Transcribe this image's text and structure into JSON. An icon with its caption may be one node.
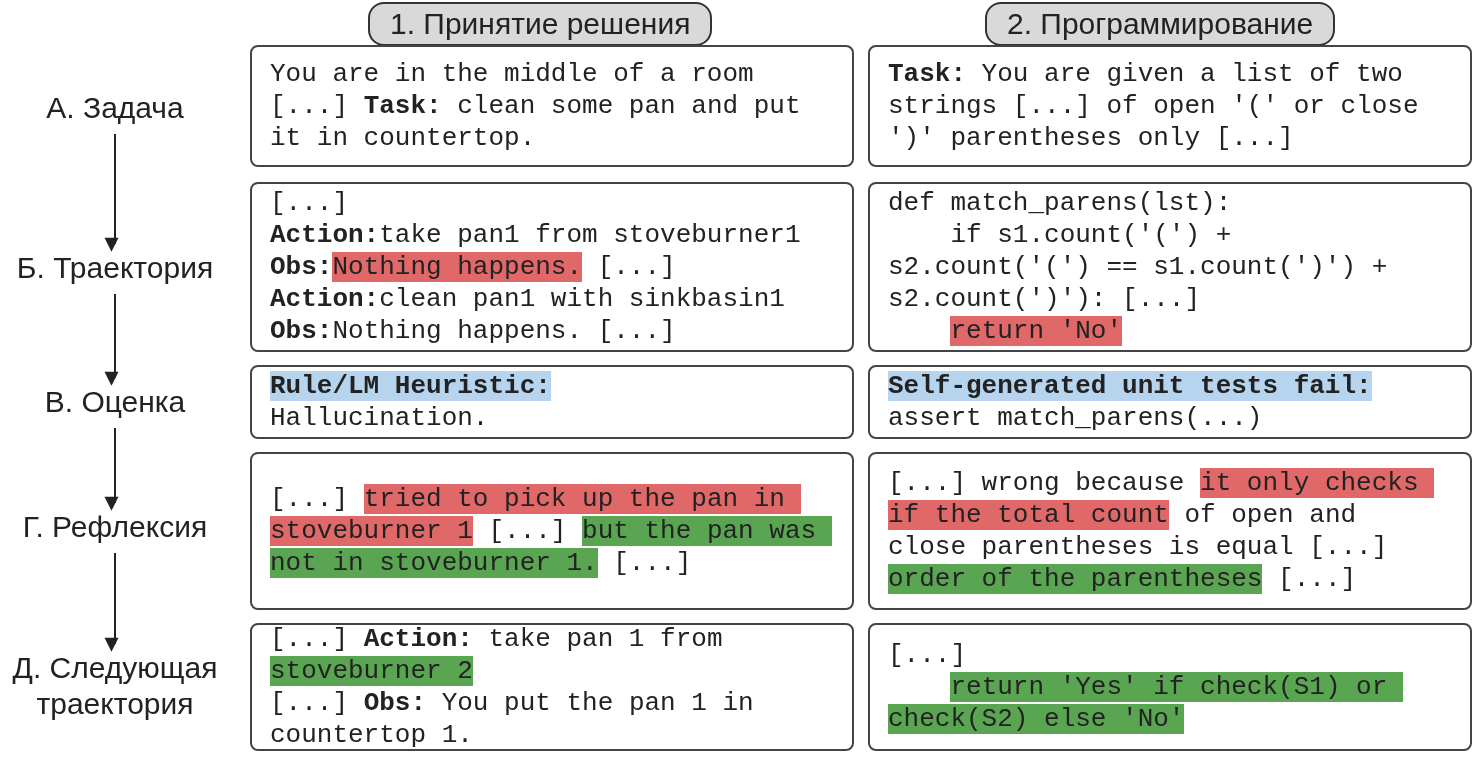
{
  "diagram": {
    "nodes": [
      {
        "text": [
          "1. Принятие решения"
        ]
      },
      {
        "text": [
          "2. Программирование"
        ]
      },
      {
        "text": [
          "А. Задача"
        ]
      },
      {
        "text": [
          "You are in the middle of a room [...] **Task:** clean some pan and put it in countertop."
        ]
      },
      {
        "text": [
          "**Task:** You are given a list of two strings [...] of open '(' or close ')' parentheses only [...]"
        ]
      },
      {
        "text": [
          "Б. Траектория"
        ]
      },
      {
        "text": [
          "[...]",
          "**Action:**take pan1 from stoveburner1",
          "**Obs:**Nothing happens. [...]",
          "**Action:**clean pan1 with sinkbasin1",
          "**Obs:**Nothing happens. [...]"
        ]
      },
      {
        "text": [
          "def match_parens(lst):",
          "    if s1.count('(') + s2.count('(') == s1.count(')') + s2.count(')'): [...]",
          "    return 'No'"
        ]
      },
      {
        "text": [
          "В. Оценка"
        ]
      },
      {
        "text": [
          "**Rule/LM Heuristic:**",
          "Hallucination."
        ]
      },
      {
        "text": [
          "**Self-generated unit tests fail:**",
          "assert match_parens(...)"
        ]
      },
      {
        "text": [
          "Г. Рефлексия"
        ]
      },
      {
        "text": [
          "[...] tried to pick up the pan in stoveburner 1 [...] but the pan was not in stoveburner 1. [...]"
        ]
      },
      {
        "text": [
          "[...] wrong because it only checks if the total count of open and close parentheses is equal [...] order of the parentheses [...]"
        ]
      },
      {
        "text": [
          "Д. Следующая траектория"
        ]
      },
      {
        "text": [
          "[...] **Action:** take pan 1 from stoveburner 2",
          "[...] **Obs:** You put the pan 1 in countertop 1."
        ]
      },
      {
        "text": [
          "[...]",
          "    return 'Yes' if check(S1) or check(S2) else 'No'"
        ]
      }
    ],
    "edges": [
      {
        "from": 2,
        "to": 5,
        "arrow": "to"
      },
      {
        "from": 5,
        "to": 8,
        "arrow": "to"
      },
      {
        "from": 8,
        "to": 11,
        "arrow": "to"
      },
      {
        "from": 11,
        "to": 14,
        "arrow": "to"
      }
    ]
  }
}
